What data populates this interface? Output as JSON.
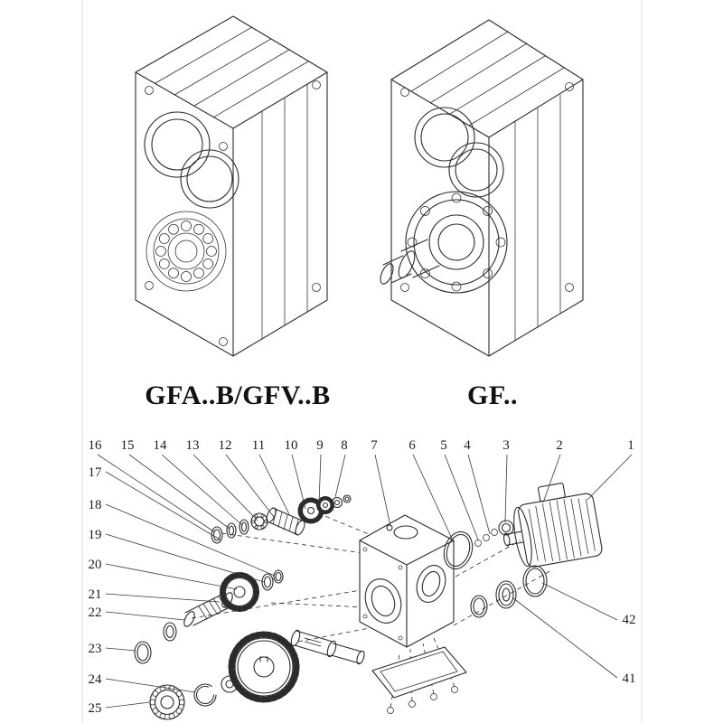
{
  "models": {
    "left_label": "GFA..B/GFV..B",
    "right_label": "GF.."
  },
  "exploded": {
    "top_row": [
      "16",
      "15",
      "14",
      "13",
      "12",
      "11",
      "10",
      "9",
      "8",
      "7",
      "6",
      "5",
      "4",
      "3",
      "2",
      "1"
    ],
    "left_col": [
      "17",
      "18",
      "19",
      "20",
      "21",
      "22",
      "23",
      "24",
      "25"
    ],
    "right_col": [
      "42",
      "41"
    ]
  },
  "colors": {
    "ink": "#2b2b2b",
    "paper": "#ffffff",
    "page_edge": "#e9e9e9"
  }
}
